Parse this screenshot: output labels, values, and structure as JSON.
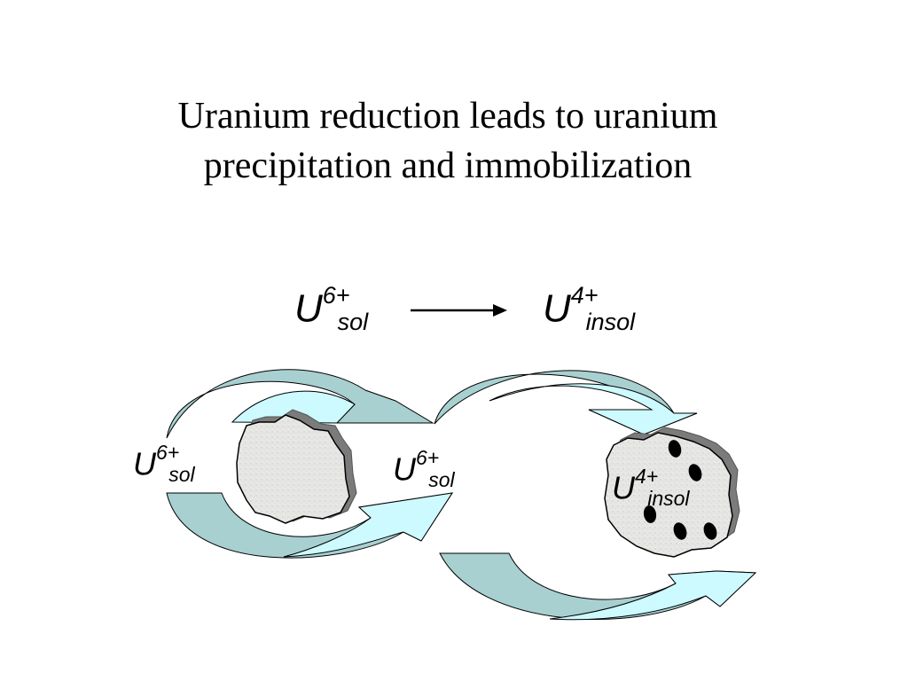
{
  "title": {
    "line1": "Uranium reduction leads to uranium",
    "line2": "precipitation and immobilization"
  },
  "reaction": {
    "reactant": {
      "symbol": "U",
      "charge": "6+",
      "state": "sol"
    },
    "product": {
      "symbol": "U",
      "charge": "4+",
      "state": "insol"
    }
  },
  "cycle": {
    "left_label": {
      "symbol": "U",
      "charge": "6+",
      "state": "sol"
    },
    "middle_label": {
      "symbol": "U",
      "charge": "6+",
      "state": "sol"
    },
    "right_label": {
      "symbol": "U",
      "charge": "4+",
      "state": "insol"
    }
  },
  "colors": {
    "arrow_dark": "#a8d0d0",
    "arrow_light": "#ccfaff",
    "grain_fill": "#e6e6e4",
    "grain_shadow": "#7b7b7b",
    "precipitate": "#000000"
  }
}
